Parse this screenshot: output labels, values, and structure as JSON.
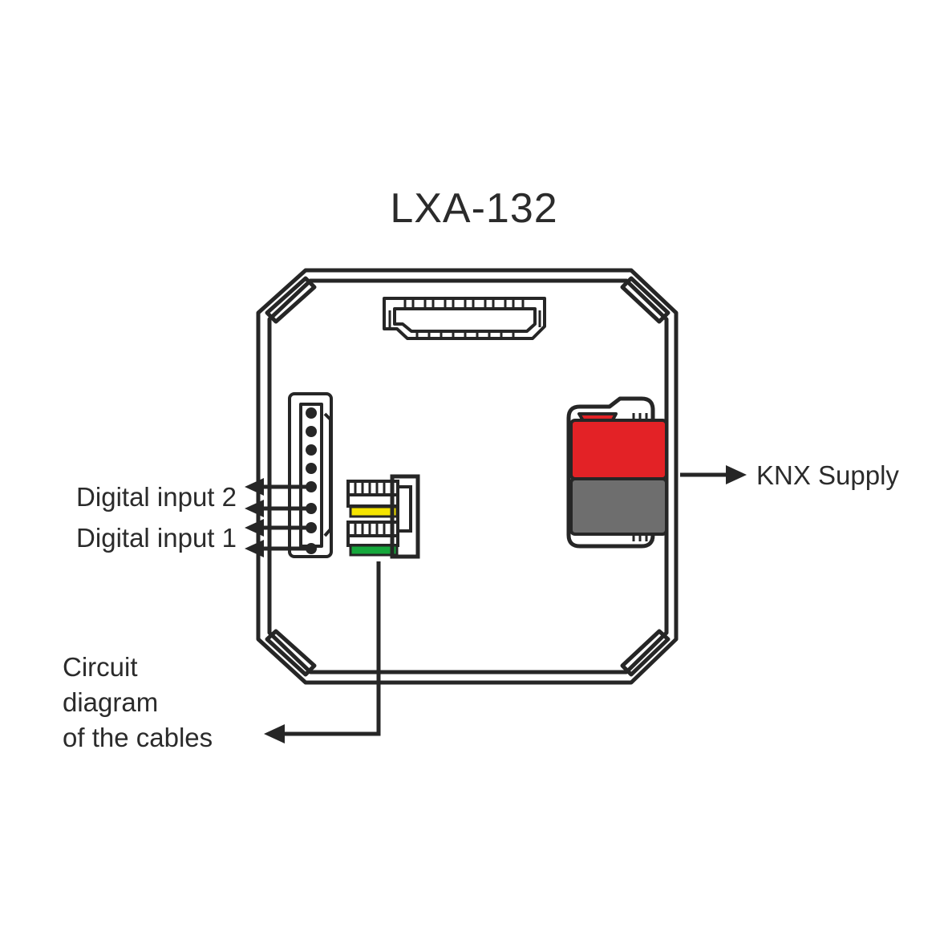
{
  "diagram": {
    "title": "LXA-132",
    "device": {
      "name": "device-body",
      "shape": "rounded-chamfered-square"
    },
    "labels": {
      "digital_input_2": "Digital input 2",
      "digital_input_1": "Digital input 1",
      "knx_supply": "KNX Supply",
      "circuit_line_1": "Circuit",
      "circuit_line_2": "diagram",
      "circuit_line_3": "of the cables"
    },
    "components": {
      "top_connector": "ribbon-header-connector",
      "terminal_block": "8-pin-terminal-block",
      "cable_assembly": "ribbon-cable-connector",
      "knx_connector": "knx-bus-connector"
    },
    "wires": [
      {
        "name": "yellow-wire",
        "color": "#F5E400"
      },
      {
        "name": "green-wire",
        "color": "#16A83C"
      }
    ],
    "pin_count": 8,
    "input_arrow_count": 4,
    "colors": {
      "outline": "#262626",
      "text": "#2b2b2b",
      "knx_red": "#E32226",
      "knx_gray": "#6E6E6E",
      "yellow_wire": "#F5E400",
      "green_wire": "#16A83C",
      "background": "#FFFFFF"
    }
  }
}
